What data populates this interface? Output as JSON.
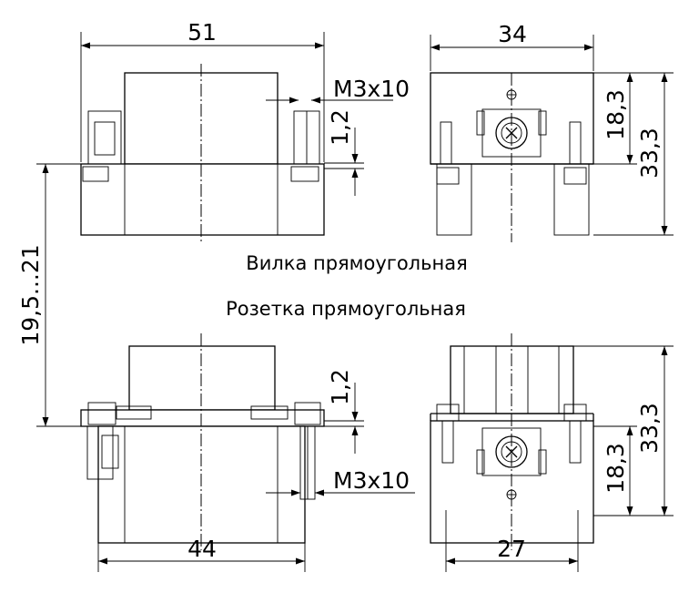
{
  "captions": {
    "plug": "Вилка прямоугольная",
    "socket": "Розетка прямоугольная"
  },
  "dimensions": {
    "plug_width": "51",
    "plug_depth": "34",
    "plug_screw": "M3x10",
    "plug_gap": "1,2",
    "plug_height_lower": "18,3",
    "plug_height_total": "33,3",
    "mating_range": "19,5...21",
    "socket_width": "44",
    "socket_depth": "27",
    "socket_screw": "M3x10",
    "socket_gap": "1,2",
    "socket_height_lower": "18,3",
    "socket_height_total": "33,3"
  }
}
